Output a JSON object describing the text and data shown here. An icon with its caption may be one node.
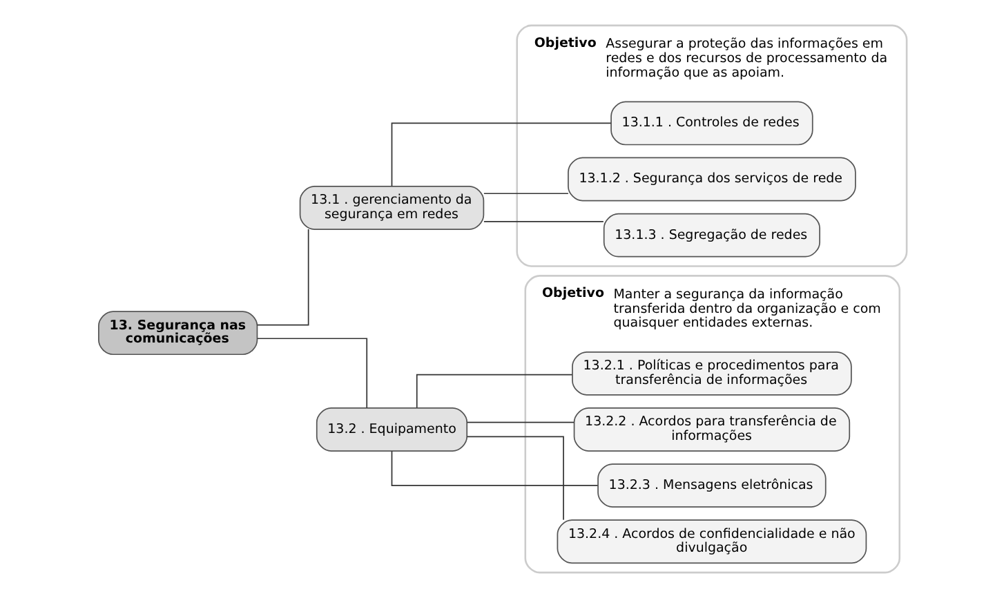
{
  "diagram": {
    "nodes": [
      {
        "text": [
          "13. Segurança nas comunicações"
        ]
      },
      {
        "text": [
          "13.1 . gerenciamento da segurança em redes"
        ]
      },
      {
        "text": [
          "Objetivo",
          "Assegurar a proteção das informações em redes e dos recursos de processamento da informação que as apoiam."
        ]
      },
      {
        "text": [
          "13.1.1 . Controles de redes"
        ],
        "in": 2
      },
      {
        "text": [
          "13.1.2 . Segurança dos serviços de rede"
        ],
        "in": 2
      },
      {
        "text": [
          "13.1.3 . Segregação de redes"
        ],
        "in": 2
      },
      {
        "text": [
          "13.2 . Equipamento"
        ]
      },
      {
        "text": [
          "Objetivo",
          "Manter a segurança da informação transferida dentro da organização e com quaisquer entidades externas."
        ]
      },
      {
        "text": [
          "13.2.1 . Políticas e procedimentos para transferência de informações"
        ],
        "in": 7
      },
      {
        "text": [
          "13.2.2 . Acordos para transferência de informações"
        ],
        "in": 7
      },
      {
        "text": [
          "13.2.3 . Mensagens eletrônicas"
        ],
        "in": 7
      },
      {
        "text": [
          "13.2.4 . Acordos de confidencialidade e não divulgação"
        ],
        "in": 7
      }
    ],
    "edges": [
      {
        "from": 0,
        "to": 1,
        "arrow": "none"
      },
      {
        "from": 0,
        "to": 6,
        "arrow": "none"
      },
      {
        "from": 1,
        "to": 3,
        "arrow": "none"
      },
      {
        "from": 1,
        "to": 4,
        "arrow": "none"
      },
      {
        "from": 1,
        "to": 5,
        "arrow": "none"
      },
      {
        "from": 6,
        "to": 8,
        "arrow": "none"
      },
      {
        "from": 6,
        "to": 9,
        "arrow": "none"
      },
      {
        "from": 6,
        "to": 10,
        "arrow": "none"
      },
      {
        "from": 6,
        "to": 11,
        "arrow": "none"
      }
    ]
  }
}
